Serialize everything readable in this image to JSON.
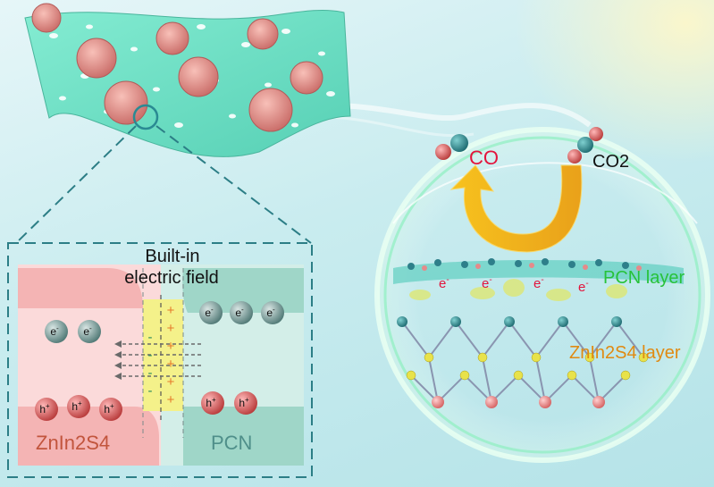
{
  "labels": {
    "built_in": "Built-in",
    "electric_field": "electric field",
    "left_material": "ZnIn2S4",
    "right_material": "PCN",
    "product": "CO",
    "reactant": "CO2",
    "pcn_layer": "PCN layer",
    "zis_layer": "ZnIn2S4 layer"
  },
  "charges": {
    "electron": "e",
    "electron_sup": "-",
    "hole": "h",
    "hole_sup": "+",
    "plus": "+",
    "minus": "-"
  },
  "colors": {
    "sheet": "#6fe0c4",
    "flower": "#e89090",
    "zis_band": "#f4b4b4",
    "pcn_band": "#9fd6c8",
    "field_zone": "#f4f18a",
    "arrow": "#f2b21a",
    "co_text": "#e3143c",
    "pcn_layer_text": "#27c23a",
    "zis_layer_text": "#e08a12"
  }
}
